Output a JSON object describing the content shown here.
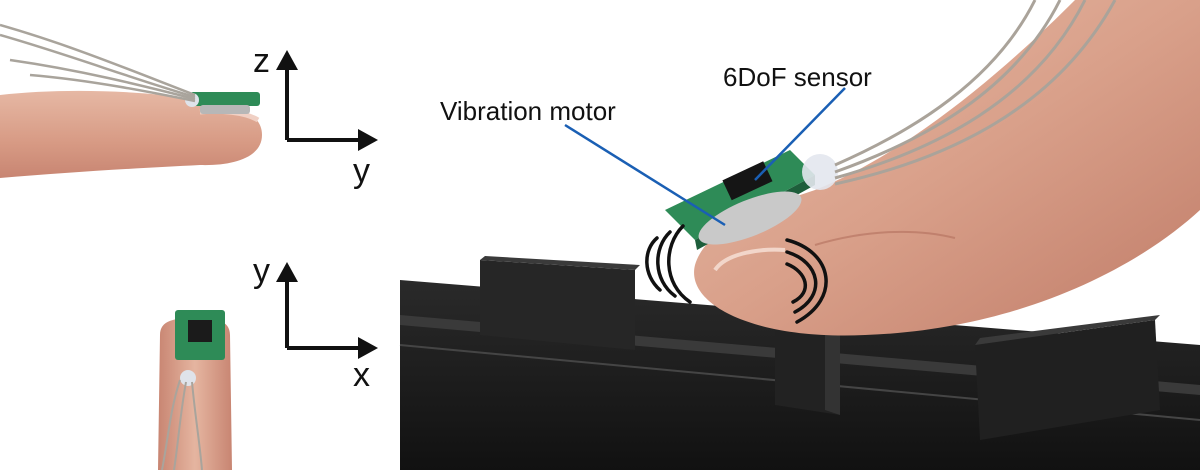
{
  "axes": {
    "side": {
      "vertical": "z",
      "horizontal": "y"
    },
    "top": {
      "vertical": "y",
      "horizontal": "x"
    }
  },
  "callouts": {
    "sensor": "6DoF sensor",
    "motor": "Vibration motor"
  },
  "colors": {
    "leader_line": "#1a5fb4",
    "skin": "#d9a08a",
    "board": "#2e8b57",
    "surface": "#1c1c1c"
  }
}
